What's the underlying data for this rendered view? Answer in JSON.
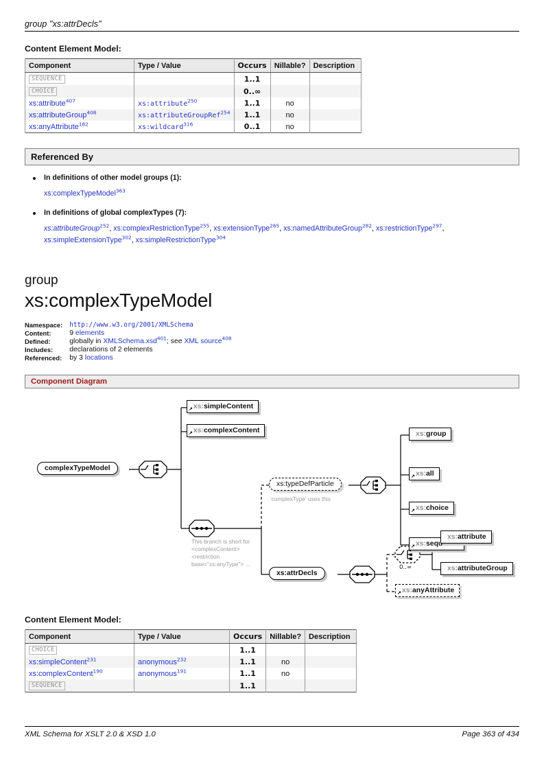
{
  "runhead": "group \"xs:attrDecls\"",
  "section1": {
    "caption": "Content Element Model:",
    "headers": [
      "Component",
      "Type / Value",
      "Occurs",
      "Nillable?",
      "Description"
    ],
    "rows": [
      {
        "kind": "keyword",
        "component": "SEQUENCE",
        "type": "",
        "occurs": "1..1",
        "nillable": "",
        "description": "",
        "indent": 0
      },
      {
        "kind": "keyword",
        "component": "CHOICE",
        "type": "",
        "occurs": "0..∞",
        "nillable": "",
        "description": "",
        "indent": 1
      },
      {
        "kind": "link",
        "component": "xs:attribute",
        "component_sup": "407",
        "type": "xs:attribute",
        "type_sup": "250",
        "occurs": "1..1",
        "nillable": "no",
        "description": "",
        "indent": 2
      },
      {
        "kind": "link",
        "component": "xs:attributeGroup",
        "component_sup": "408",
        "type": "xs:attributeGroupRef",
        "type_sup": "254",
        "occurs": "1..1",
        "nillable": "no",
        "description": "",
        "indent": 2
      },
      {
        "kind": "link",
        "component": "xs:anyAttribute",
        "component_sup": "182",
        "type": "xs:wildcard",
        "type_sup": "316",
        "occurs": "0..1",
        "nillable": "no",
        "description": "",
        "indent": 1
      }
    ]
  },
  "referenced_by": {
    "band": "Referenced By",
    "groups": [
      {
        "heading": "In definitions of other model groups (1):",
        "items": [
          {
            "label": "xs:complexTypeModel",
            "sup": "363",
            "italic": false
          }
        ]
      },
      {
        "heading": "In definitions of global complexTypes (7):",
        "items": [
          {
            "label": "xs:attributeGroup",
            "sup": "252",
            "italic": true
          },
          {
            "label": "xs:complexRestrictionType",
            "sup": "255",
            "italic": false
          },
          {
            "label": "xs:extensionType",
            "sup": "265",
            "italic": false
          },
          {
            "label": "xs:namedAttributeGroup",
            "sup": "282",
            "italic": false
          },
          {
            "label": "xs:restrictionType",
            "sup": "297",
            "italic": false
          },
          {
            "label": "xs:simpleExtensionType",
            "sup": "302",
            "italic": false
          },
          {
            "label": "xs:simpleRestrictionType",
            "sup": "304",
            "italic": false
          }
        ]
      }
    ]
  },
  "group_title": {
    "kind": "group",
    "name": "xs:complexTypeModel"
  },
  "meta": {
    "rows": [
      {
        "key": "Namespace:",
        "value": "http://www.w3.org/2001/XMLSchema",
        "style": "mono"
      },
      {
        "key": "Content:",
        "value_prefix": "9 ",
        "link": "elements",
        "style": "link-tail"
      },
      {
        "key": "Defined:",
        "value_prefix": "globally in ",
        "link": "XMLSchema.xsd",
        "link_sup": "401",
        "mid": "; see ",
        "link2": "XML source",
        "link2_sup": "408",
        "style": "defined"
      },
      {
        "key": "Includes:",
        "value": "declarations of 2 elements",
        "style": "plain"
      },
      {
        "key": "Referenced:",
        "value_prefix": "by 3 ",
        "link": "locations",
        "style": "link-tail"
      }
    ]
  },
  "diagram": {
    "band": "Component Diagram",
    "root": "complexTypeModel",
    "nodes": [
      {
        "id": "simpleContent",
        "prefix": "xs:",
        "label": "simpleContent",
        "style": "solid",
        "arrow": true
      },
      {
        "id": "complexContent",
        "prefix": "xs:",
        "label": "complexContent",
        "style": "solid",
        "arrow": true
      },
      {
        "id": "typeDefParticle",
        "label": "xs:typeDefParticle",
        "style": "pill-dashed"
      },
      {
        "id": "group",
        "prefix": "xs:",
        "label": "group",
        "style": "solid",
        "arrow": false
      },
      {
        "id": "all",
        "prefix": "xs:",
        "label": "all",
        "style": "solid",
        "arrow": true
      },
      {
        "id": "choice",
        "prefix": "xs:",
        "label": "choice",
        "style": "solid",
        "arrow": true
      },
      {
        "id": "sequence",
        "prefix": "xs:",
        "label": "sequence",
        "style": "solid",
        "arrow": true
      },
      {
        "id": "attrDecls",
        "label": "xs:attrDecls",
        "style": "pill-solid"
      },
      {
        "id": "attribute",
        "prefix": "xs:",
        "label": "attribute",
        "style": "solid",
        "arrow": false
      },
      {
        "id": "attributeGroup",
        "prefix": "xs:",
        "label": "attributeGroup",
        "style": "solid",
        "arrow": false
      },
      {
        "id": "anyAttribute",
        "prefix": "xs:",
        "label": "anyAttribute",
        "style": "dashed",
        "arrow": true
      }
    ],
    "notes": [
      {
        "id": "typeDefParticle-note",
        "text": "'complexType' uses this"
      },
      {
        "id": "branch-note",
        "text": "This branch is short for\n<complexContent>\n<restriction\nbase=\"xs:anyType\"> ..."
      }
    ],
    "occurrence": "0..∞"
  },
  "section2": {
    "caption": "Content Element Model:",
    "headers": [
      "Component",
      "Type / Value",
      "Occurs",
      "Nillable?",
      "Description"
    ],
    "rows": [
      {
        "kind": "keyword",
        "component": "CHOICE",
        "type": "",
        "occurs": "1..1",
        "nillable": "",
        "description": "",
        "indent": 0
      },
      {
        "kind": "link",
        "component": "xs:simpleContent",
        "component_sup": "231",
        "type": "anonymous",
        "type_sup": "232",
        "occurs": "1..1",
        "nillable": "no",
        "description": "",
        "indent": 1
      },
      {
        "kind": "link",
        "component": "xs:complexContent",
        "component_sup": "190",
        "type": "anonymous",
        "type_sup": "191",
        "occurs": "1..1",
        "nillable": "no",
        "description": "",
        "indent": 1
      },
      {
        "kind": "keyword",
        "component": "SEQUENCE",
        "type": "",
        "occurs": "1..1",
        "nillable": "",
        "description": "",
        "indent": 1
      }
    ]
  },
  "footer": {
    "left": "XML Schema for XSLT 2.0 & XSD 1.0",
    "right": "Page 363 of 434"
  }
}
